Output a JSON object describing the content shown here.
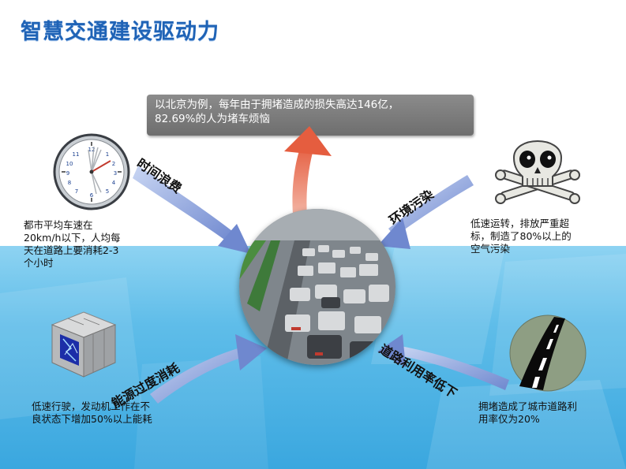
{
  "title": "智慧交通建设驱动力",
  "callout": {
    "line1": "以北京为例，每年由于拥堵造成的损失高达146亿，",
    "line2": "82.69%的人为堵车烦恼"
  },
  "time_waste": {
    "label": "时间浪费",
    "desc_lines": [
      "都市平均车速在",
      "20km/h以下，人均每",
      "天在道路上要消耗2-3",
      "个小时"
    ]
  },
  "pollution": {
    "label": "环境污染",
    "desc_lines": [
      "低速运转，排放严重超",
      "标，制造了80%以上的",
      "空气污染"
    ]
  },
  "energy": {
    "label": "能源过度消耗",
    "desc_lines": [
      "低速行驶，发动机工作在不",
      "良状态下增加50%以上能耗"
    ]
  },
  "road_use": {
    "label": "道路利用率低下",
    "desc_lines": [
      "拥堵造成了城市道路利",
      "用率仅为20%"
    ]
  },
  "colors": {
    "title": "#1f63b6",
    "arrow_blue": "#7f98d6",
    "arrow_red": "#e9735a",
    "callout_bg": "#7d7d7d",
    "water": "#5fbde9"
  },
  "icons": {
    "clock": "clock-icon",
    "skull": "skull-crossbones-icon",
    "cube": "server-cube-icon",
    "road": "road-icon",
    "traffic": "traffic-jam-image"
  }
}
